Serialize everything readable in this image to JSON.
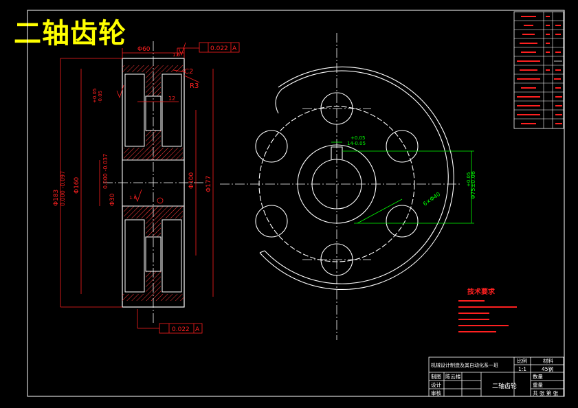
{
  "drawing_title": "二轴齿轮",
  "dims": {
    "d60": "Φ60",
    "tol_frame_top": "0.022",
    "datum_a": "A",
    "c2": "C2",
    "r3": "R3",
    "w12": "12",
    "tol_hub": "+0.05",
    "tol_hub2": "-0.05",
    "d183": "Φ183",
    "d183_tol": "0.000  -0.097",
    "d160": "Φ160",
    "d30": "Φ30",
    "d30_tol": "0.000  -0.037",
    "d100": "Φ100",
    "d177": "Φ177",
    "rough1": "1.6",
    "rough2": "1.6",
    "tol_frame_bottom": "0.022",
    "key_tol": "+0.05",
    "key_tol2": "14-0.05",
    "key_dim": "Φ75±0.06",
    "key_dim2": "+0.05",
    "holes": "6×Φ40"
  },
  "tech": {
    "heading": "技术要求"
  },
  "title_block": {
    "school": "机械设计制造及其自动化系一班",
    "ratio_label": "比例",
    "ratio": "1:1",
    "material_label": "材料",
    "material": "45钢",
    "drawn_label": "制图",
    "drawn_by": "陈云楼",
    "design_label": "设计",
    "check_label": "审核",
    "part_name": "二轴齿轮",
    "weight_label": "重量",
    "qty_label": "数量",
    "sheet_label": "共 张 第 张"
  },
  "colors": {
    "outline": "#ffffff",
    "dimension": "#ff0000",
    "hatch": "#ff0000",
    "green": "#00ff00",
    "yellow": "#ffff00"
  }
}
